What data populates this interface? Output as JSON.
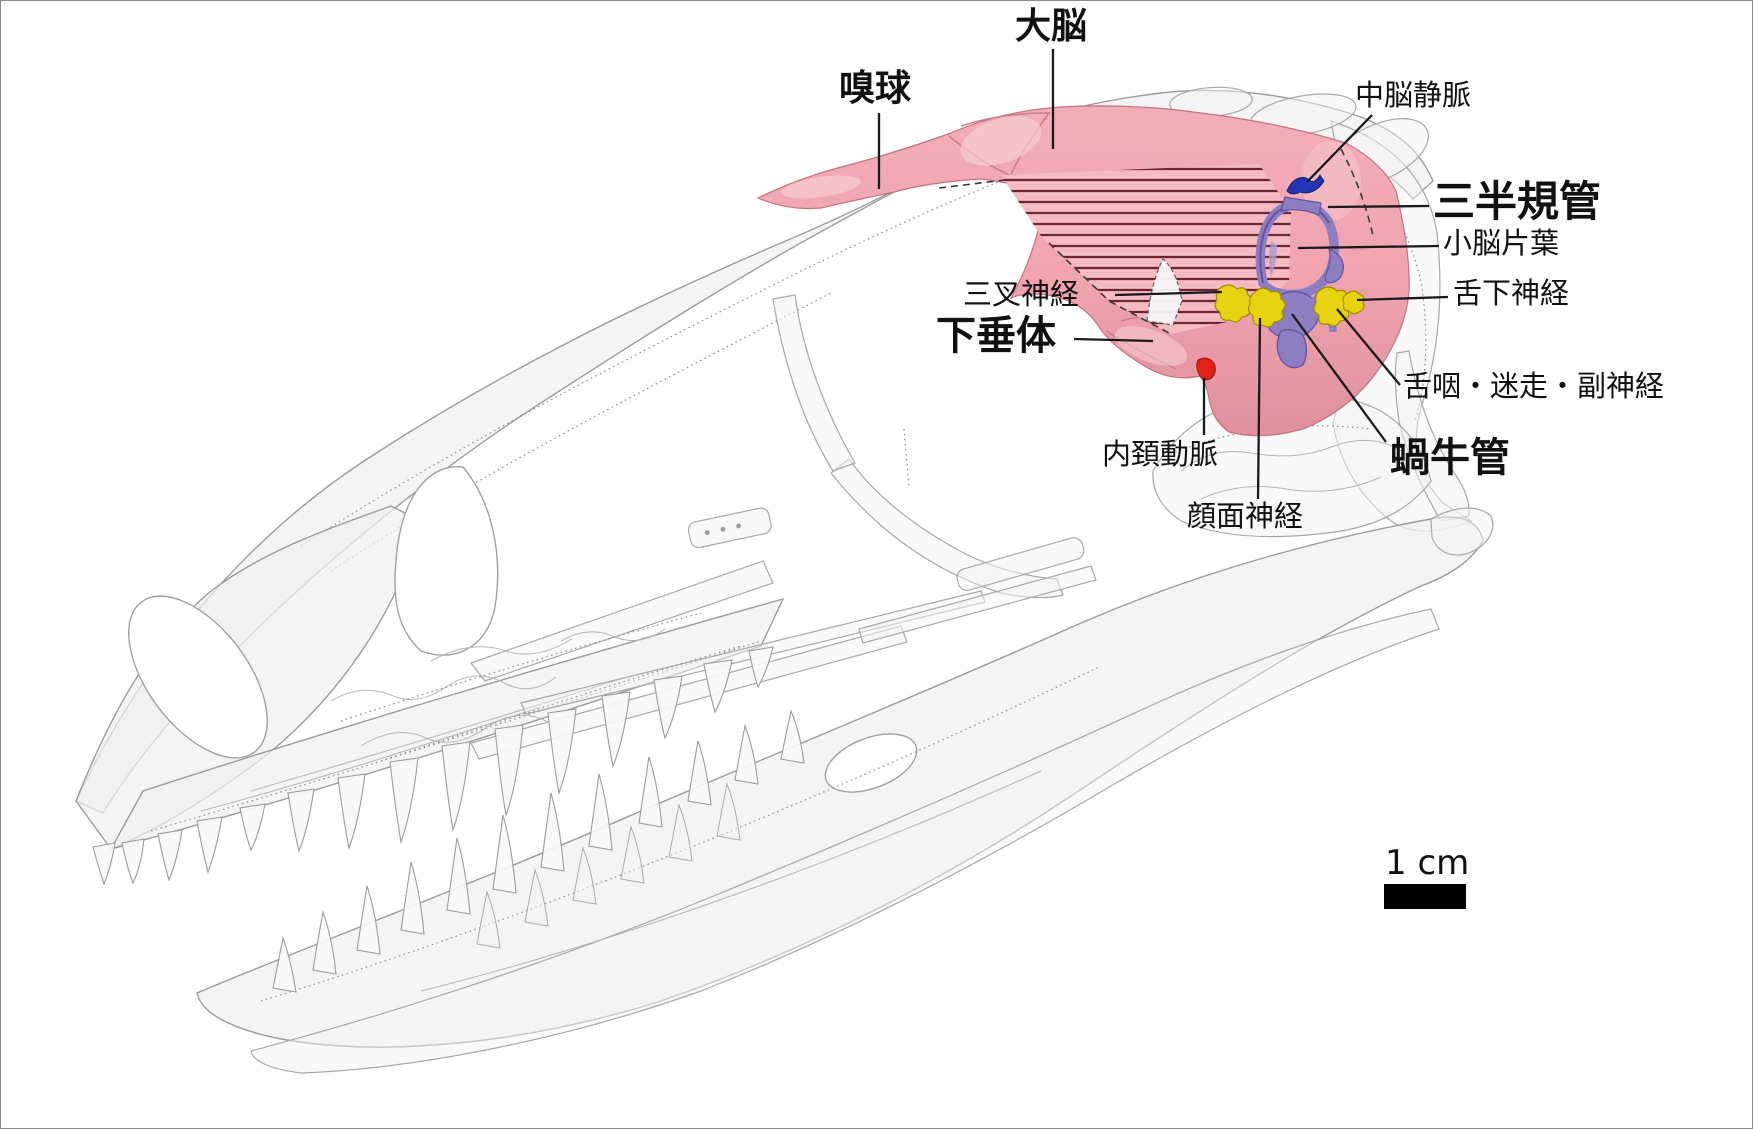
{
  "figure": {
    "type": "anatomical-diagram",
    "subject": "Translucent dinosaur skull CT reconstruction in left lateral view with brain endocast, inner-ear labyrinth, cranial nerves and vessels highlighted",
    "labels": {
      "cerebrum": "大脳",
      "olfactory_bulb": "嗅球",
      "midbrain_vein": "中脳静脈",
      "semicircular_canals": "三半規管",
      "cerebellar_flocculus": "小脳片葉",
      "hypoglossal_nerve": "舌下神経",
      "trigeminal_nerve": "三叉神経",
      "pituitary": "下垂体",
      "glossopharyngeal_vagus_accessory_nerves": "舌咽・迷走・副神経",
      "cochlear_duct": "蝸牛管",
      "internal_carotid_artery": "内頚動脈",
      "facial_nerve": "顔面神経"
    },
    "scale_bar": {
      "label": "1 cm"
    },
    "colors": {
      "endocast_pink": "#efa3af",
      "endocast_pink_light": "#f7c9d0",
      "hatch_background": "#f5bac2",
      "hatch_line": "#6b2630",
      "labyrinth_purple": "#8d7ec2",
      "nerve_yellow": "#e8d312",
      "vein_blue": "#2535b5",
      "artery_red": "#e32015",
      "skull_gray": "#f0f0f0",
      "label_text": "#111111"
    }
  }
}
